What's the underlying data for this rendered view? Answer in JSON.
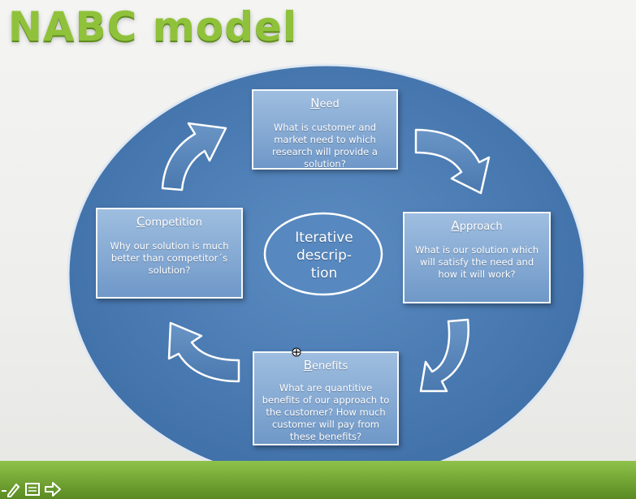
{
  "title": "NABC model",
  "center": {
    "text": "Iterative\ndescrip-\ntion"
  },
  "boxes": {
    "need": {
      "initial": "N",
      "rest": "eed",
      "body": "What is customer and market need to which research will provide a solution?"
    },
    "approach": {
      "initial": "A",
      "rest": "pproach",
      "body": "What is our solution which will satisfy the need and how it will work?"
    },
    "benefits": {
      "initial": "B",
      "rest": "enefits",
      "body": "What are quantitive benefits of our approach to the customer? How much customer will pay from these benefits?"
    },
    "competition": {
      "initial": "C",
      "rest": "ompetition",
      "body": "Why our solution is much better than competitor´s solution?"
    }
  },
  "colors": {
    "title": "#8fc23a",
    "ellipse": "#4f7fb5",
    "box": "#7fa6d3",
    "bar": "#6fa030"
  },
  "icons": [
    "pen-icon",
    "notes-icon",
    "next-arrow-icon"
  ]
}
